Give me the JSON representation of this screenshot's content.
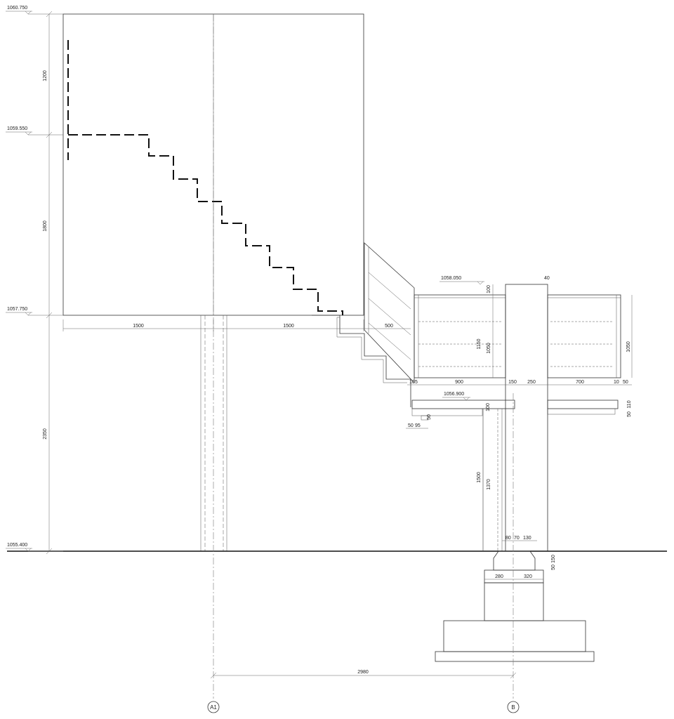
{
  "elevations": {
    "e1": "1060.750",
    "e2": "1059.550",
    "e3": "1057.750",
    "e4": "1055.400",
    "e5": "1058.050",
    "e6": "1056.900"
  },
  "dims": {
    "v1200": "1200",
    "v1800": "1800",
    "v2350": "2350",
    "h1500a": "1500",
    "h1500b": "1500",
    "h500": "500",
    "v100a": "100",
    "v1150": "1150",
    "v1050a": "1050",
    "v1050b": "1050",
    "h900": "900",
    "h150": "150",
    "h250": "250",
    "h700": "700",
    "h10a": "10",
    "h5": "5",
    "h10b": "10",
    "h50a": "50",
    "v100b": "100",
    "v50b": "50",
    "h50c": "50",
    "h95": "95",
    "v50d": "50",
    "v110": "110",
    "v1500": "1500",
    "v1370": "1370",
    "h80": "80",
    "h70": "70",
    "h130": "130",
    "v50e": "50",
    "v150": "150",
    "h280": "280",
    "h320": "320",
    "h2980": "2980",
    "h40": "40"
  },
  "axes": {
    "a1": "A1",
    "b": "B"
  }
}
